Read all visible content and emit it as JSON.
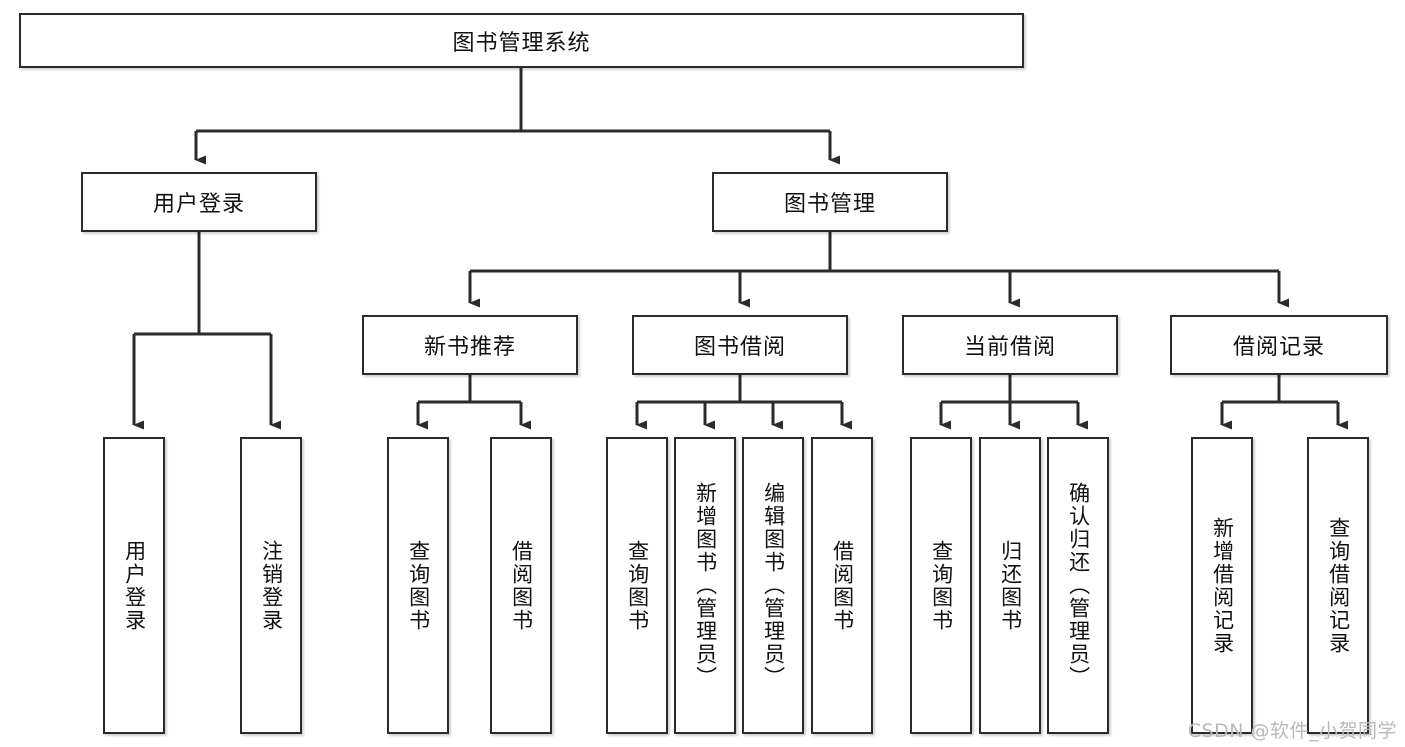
{
  "diagram": {
    "type": "tree",
    "title": "图书管理系统",
    "orientation": "top-down",
    "colors": {
      "box_stroke": "#2b2b2b",
      "box_fill": "#ffffff",
      "connector": "#2b2b2b",
      "text": "#111111",
      "watermark": "#b9b9b9"
    },
    "root": {
      "label": "图书管理系统"
    },
    "level2": [
      {
        "id": "user-login",
        "label": "用户登录"
      },
      {
        "id": "book-management",
        "label": "图书管理"
      }
    ],
    "level3": [
      {
        "id": "new-book-recommend",
        "label": "新书推荐",
        "parent": "book-management"
      },
      {
        "id": "book-borrow",
        "label": "图书借阅",
        "parent": "book-management"
      },
      {
        "id": "current-borrow",
        "label": "当前借阅",
        "parent": "book-management"
      },
      {
        "id": "borrow-record",
        "label": "借阅记录",
        "parent": "book-management"
      }
    ],
    "leaves": [
      {
        "id": "leaf-user-login",
        "label": "用户登录",
        "parent": "user-login"
      },
      {
        "id": "leaf-user-logout",
        "label": "注销登录",
        "parent": "user-login"
      },
      {
        "id": "leaf-query-book-1",
        "label": "查询图书",
        "parent": "new-book-recommend"
      },
      {
        "id": "leaf-borrow-book-1",
        "label": "借阅图书",
        "parent": "new-book-recommend"
      },
      {
        "id": "leaf-query-book-2",
        "label": "查询图书",
        "parent": "book-borrow"
      },
      {
        "id": "leaf-add-book",
        "label": "新增图书（管理员）",
        "parent": "book-borrow"
      },
      {
        "id": "leaf-edit-book",
        "label": "编辑图书（管理员）",
        "parent": "book-borrow"
      },
      {
        "id": "leaf-borrow-book-2",
        "label": "借阅图书",
        "parent": "book-borrow"
      },
      {
        "id": "leaf-query-book-3",
        "label": "查询图书",
        "parent": "current-borrow"
      },
      {
        "id": "leaf-return-book",
        "label": "归还图书",
        "parent": "current-borrow"
      },
      {
        "id": "leaf-confirm-return",
        "label": "确认归还（管理员）",
        "parent": "current-borrow"
      },
      {
        "id": "leaf-add-record",
        "label": "新增借阅记录",
        "parent": "borrow-record"
      },
      {
        "id": "leaf-query-record",
        "label": "查询借阅记录",
        "parent": "borrow-record"
      }
    ]
  },
  "watermark": {
    "text": "CSDN @软件_小贺同学"
  }
}
